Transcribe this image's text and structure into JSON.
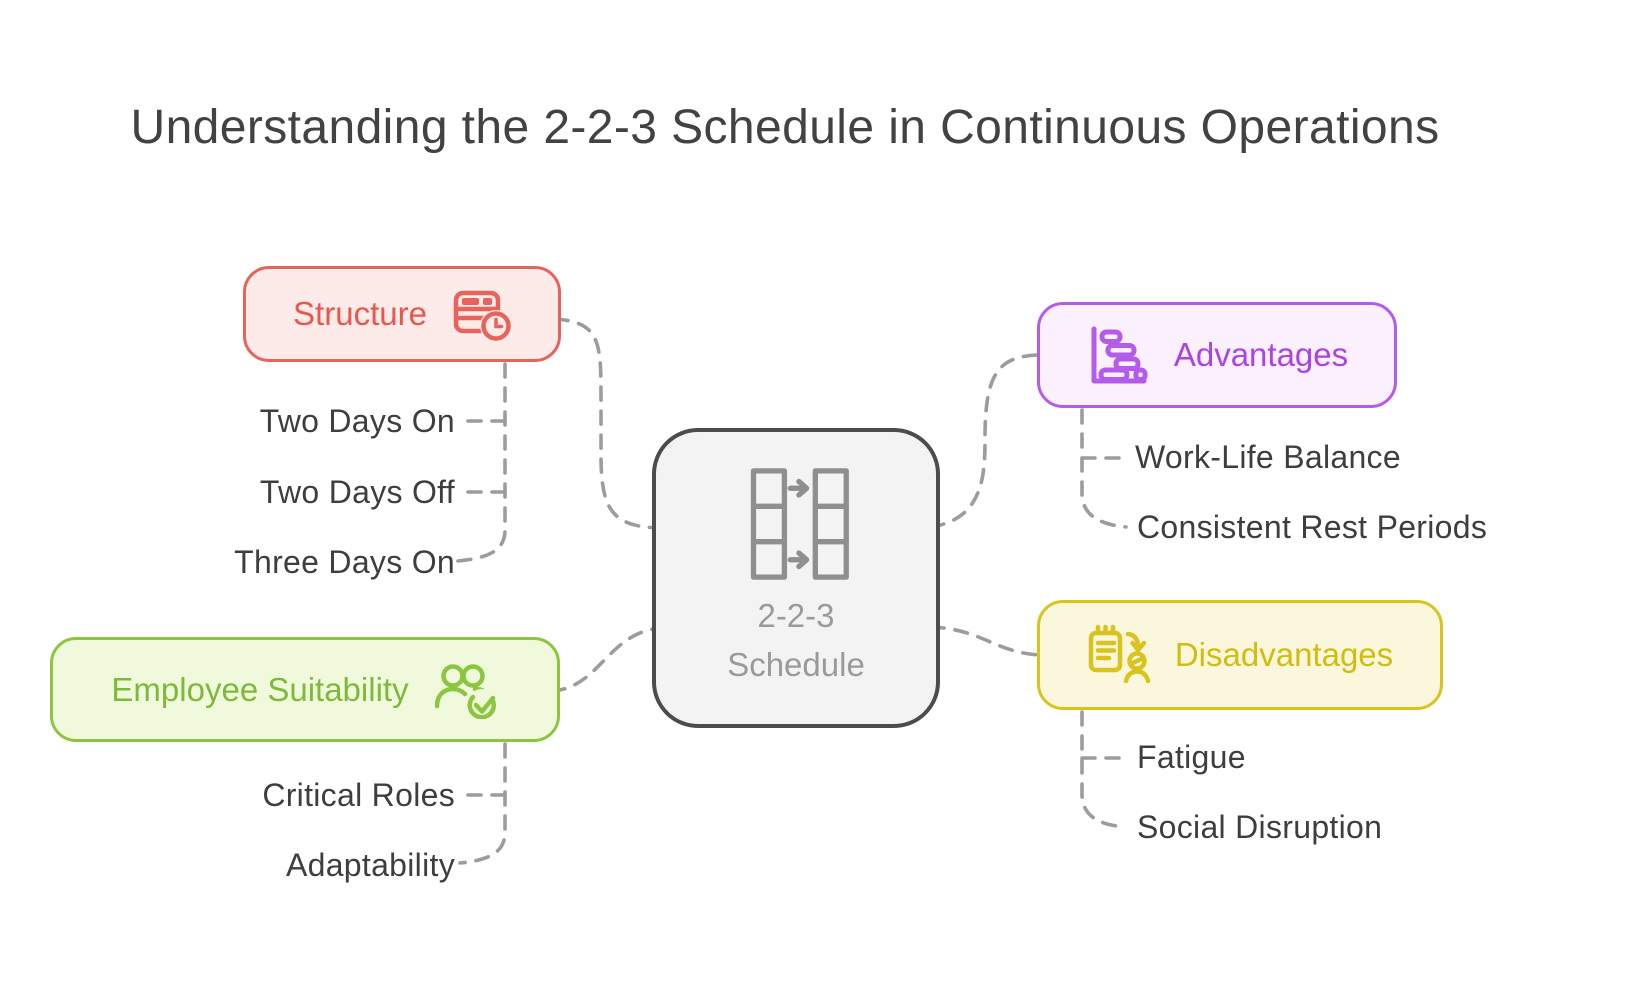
{
  "title": "Understanding the 2-2-3 Schedule in Continuous Operations",
  "center_node": {
    "line1": "2-2-3",
    "line2": "Schedule",
    "icon": "shift-columns-arrows-icon"
  },
  "branches": {
    "structure": {
      "label": "Structure",
      "icon": "table-clock-icon",
      "accent": "#E8635B",
      "background": "#FCEBE9",
      "items": [
        "Two Days On",
        "Two Days Off",
        "Three Days On"
      ]
    },
    "employee_suitability": {
      "label": "Employee Suitability",
      "icon": "people-check-icon",
      "accent": "#8CC63F",
      "background": "#F0F9DB",
      "items": [
        "Critical Roles",
        "Adaptability"
      ]
    },
    "advantages": {
      "label": "Advantages",
      "icon": "gantt-chart-icon",
      "accent": "#B45BEA",
      "background": "#FAF0FE",
      "items": [
        "Work-Life Balance",
        "Consistent Rest Periods"
      ]
    },
    "disadvantages": {
      "label": "Disadvantages",
      "icon": "clipboard-person-icon",
      "accent": "#D9C31D",
      "background": "#FBF7DC",
      "items": [
        "Fatigue",
        "Social Disruption"
      ]
    }
  },
  "colors": {
    "connector": "#9C9C9C",
    "item_text": "#3E3E3E",
    "title_text": "#424242",
    "center_border": "#4C4C4C",
    "center_background": "#F3F3F3",
    "center_text": "#9A9A9A"
  }
}
